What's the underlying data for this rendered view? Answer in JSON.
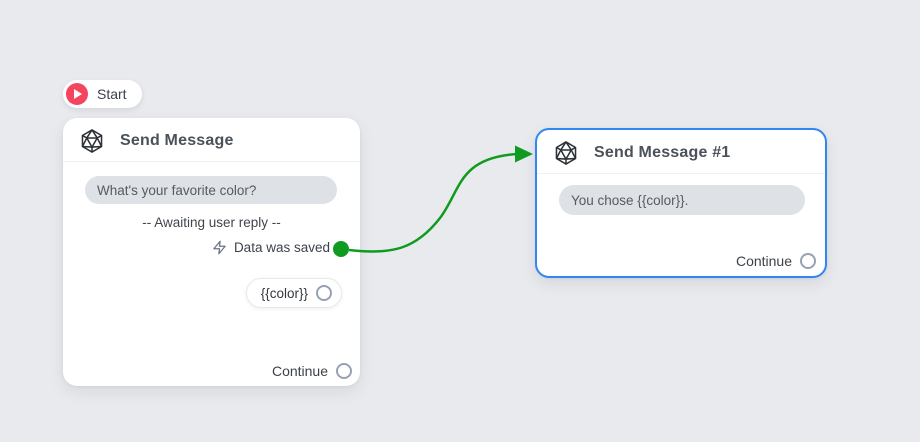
{
  "canvas": {
    "description": "chatbot flow builder canvas"
  },
  "start_node": {
    "label": "Start"
  },
  "nodes": [
    {
      "title": "Send Message",
      "message": "What's your favorite color?",
      "awaiting_text": "-- Awaiting user reply --",
      "saved_text": "Data was saved",
      "variable_chip": "{{color}}",
      "continue_label": "Continue"
    },
    {
      "title": "Send Message #1",
      "message": "You chose {{color}}.",
      "continue_label": "Continue"
    }
  ],
  "icons": {
    "start": "play-icon",
    "node_header": "d20-dice-icon",
    "saved": "zap-icon",
    "output_ports": "circle-port-icon",
    "saved_port": "green-dot-port"
  },
  "colors": {
    "canvas_background": "#e8eaee",
    "selected_node_border": "#2f88f2",
    "connector_green": "#0f9b1f",
    "start_accent_red": "#f5455e",
    "bubble_gray": "#dee1e6"
  }
}
